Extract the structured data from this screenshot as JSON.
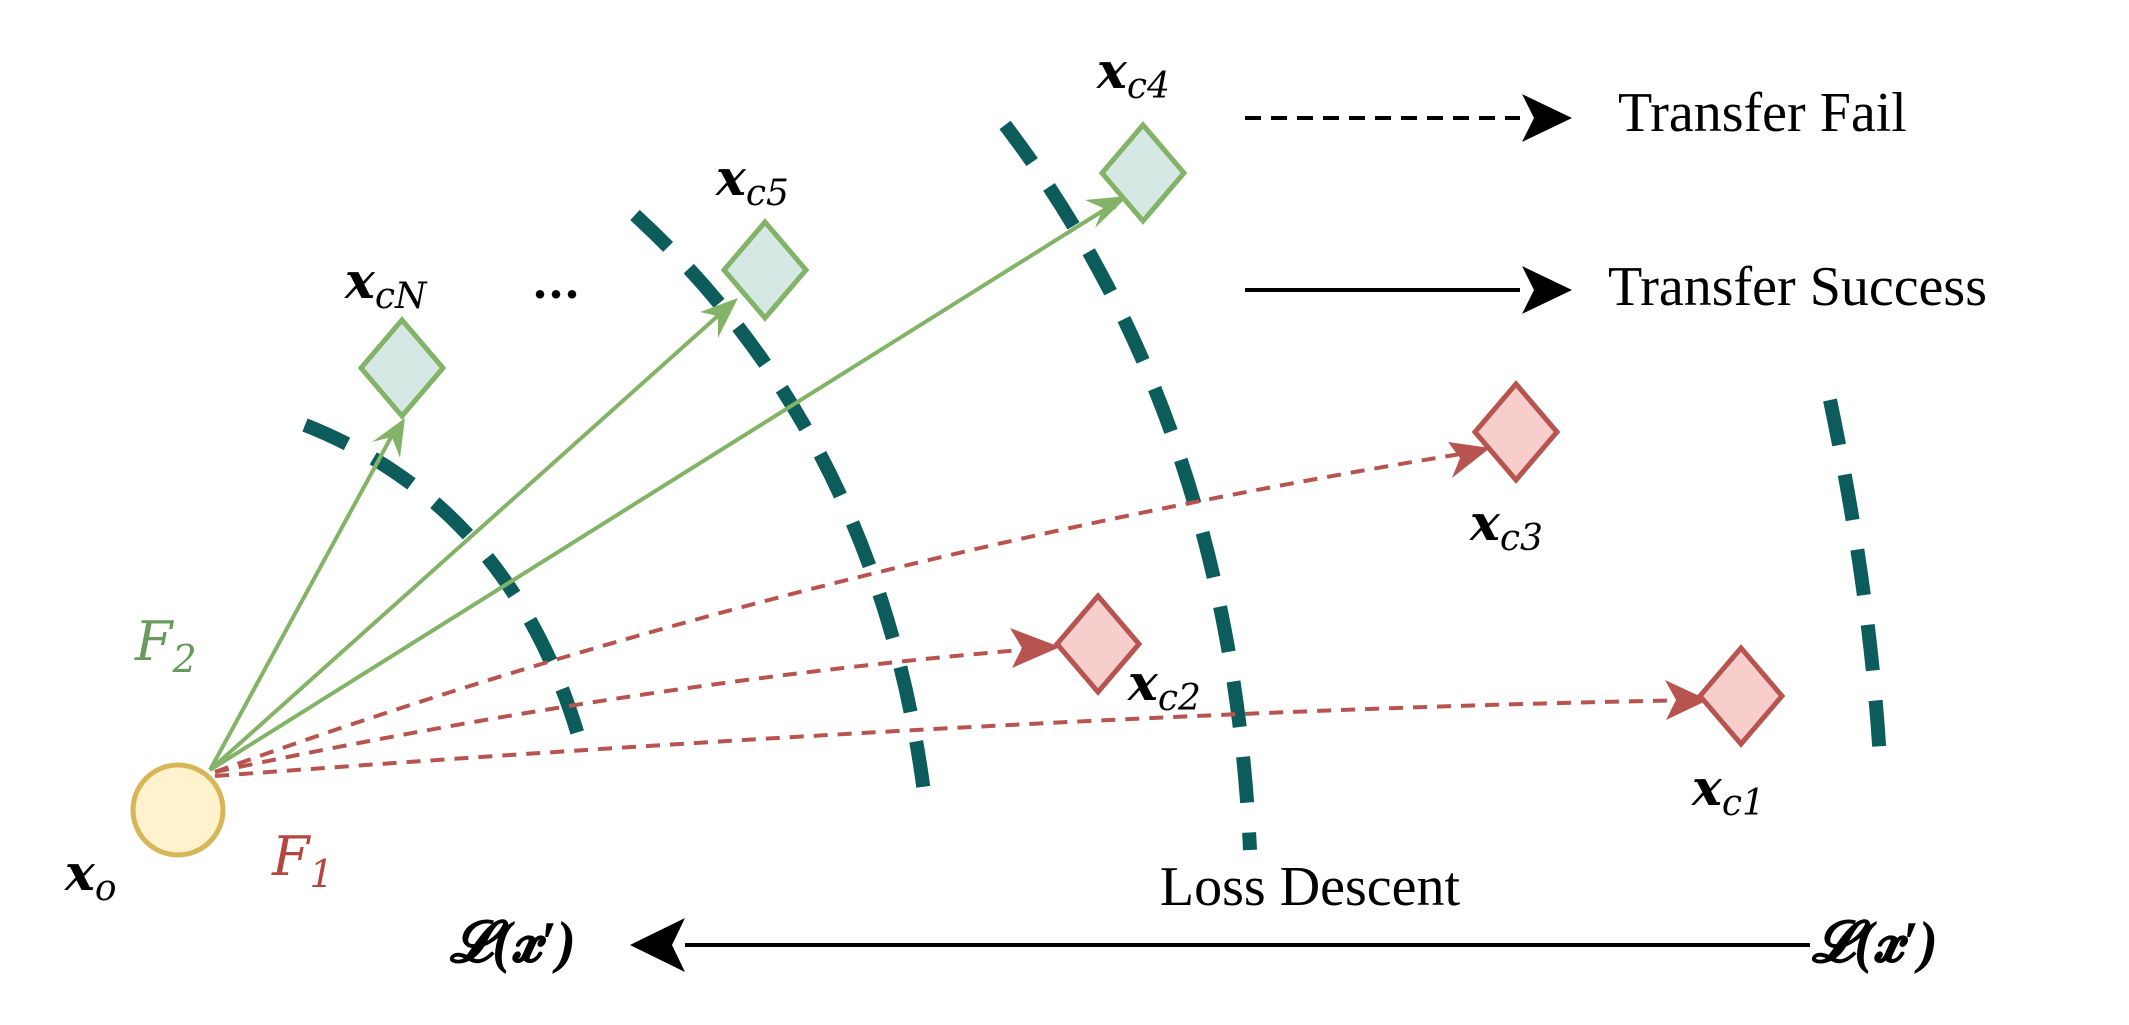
{
  "legend": {
    "fail_label": "Transfer Fail",
    "success_label": "Transfer Success"
  },
  "points": {
    "origin": {
      "main": "x",
      "sub": "o"
    },
    "c1": {
      "main": "x",
      "sub": "c1"
    },
    "c2": {
      "main": "x",
      "sub": "c2"
    },
    "c3": {
      "main": "x",
      "sub": "c3"
    },
    "c4": {
      "main": "x",
      "sub": "c4"
    },
    "c5": {
      "main": "x",
      "sub": "c5"
    },
    "cN": {
      "main": "x",
      "sub": "cN"
    },
    "ellipsis": "..."
  },
  "functions": {
    "f1": {
      "main": "F",
      "sub": "1",
      "color": "#b5463f"
    },
    "f2": {
      "main": "F",
      "sub": "2",
      "color": "#6a9a5e"
    }
  },
  "loss_axis": {
    "left_label": "𝓛(𝒙′)",
    "right_label": "𝓛(𝒙′)",
    "caption": "Loss Descent"
  },
  "colors": {
    "success": "#82b366",
    "success_fill": "#d5e8e4",
    "fail": "#b85450",
    "fail_fill": "#f8cecc",
    "origin_stroke": "#d6b656",
    "origin_fill": "#fff2cc",
    "contour": "#0d5c5c"
  }
}
